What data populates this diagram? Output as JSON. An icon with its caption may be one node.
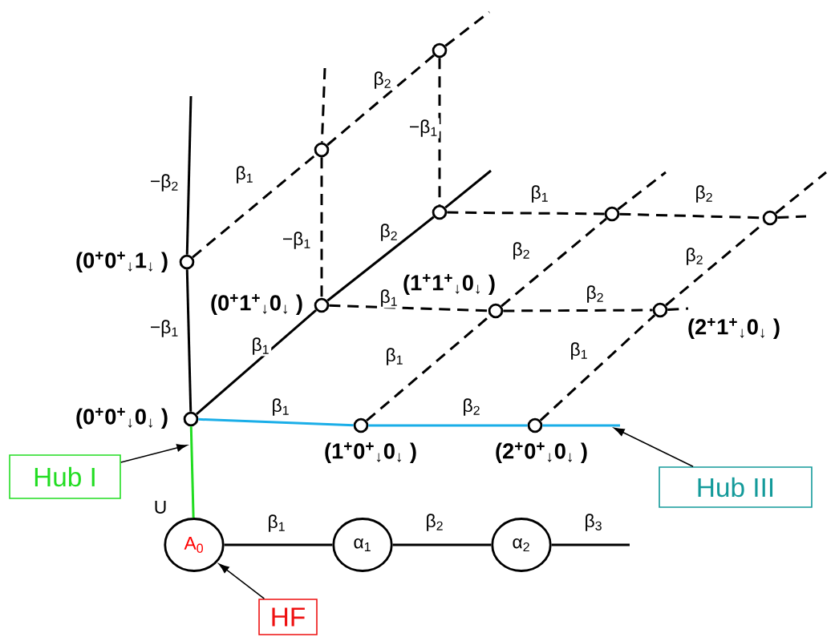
{
  "diagram": {
    "nodes": [
      {
        "text": [],
        "shape": "circle"
      },
      {
        "text": [],
        "shape": "circle"
      },
      {
        "text": [],
        "shape": "circle"
      },
      {
        "text": [],
        "shape": "circle"
      },
      {
        "text": [],
        "shape": "circle"
      },
      {
        "text": [],
        "shape": "circle",
        "beside": [
          "(0$^{+}$0$^{+}$$_{↓}$1$_{↓}$ )"
        ]
      },
      {
        "text": [],
        "shape": "circle",
        "beside": [
          "(0$^{+}$1$^{+}$$_{↓}$0$_{↓}$ )"
        ]
      },
      {
        "text": [],
        "shape": "circle",
        "beside": [
          "(1$^{+}$1$^{+}$$_{↓}$0$_{↓}$ )"
        ]
      },
      {
        "text": [],
        "shape": "circle",
        "beside": [
          "(2$^{+}$1$^{+}$$_{↓}$0$_{↓}$ )"
        ]
      },
      {
        "text": [],
        "shape": "circle",
        "beside": [
          "(0$^{+}$0$^{+}$$_{↓}$0$_{↓}$ )"
        ]
      },
      {
        "text": [],
        "shape": "circle",
        "beside": [
          "(1$^{+}$0$^{+}$$_{↓}$0$_{↓}$ )"
        ]
      },
      {
        "text": [],
        "shape": "circle",
        "beside": [
          "(2$^{+}$0$^{+}$$_{↓}$0$_{↓}$ )"
        ]
      },
      {
        "text": [
          "Hub I"
        ]
      },
      {
        "text": [
          "Hub III"
        ]
      },
      {
        "text": [
          "A$_{0}$"
        ]
      },
      {
        "text": [
          "α$_{1}$"
        ]
      },
      {
        "text": [
          "α$_{2}$"
        ]
      },
      {
        "text": [
          "HF"
        ]
      }
    ],
    "edges": [
      {
        "from": null,
        "to": 5,
        "arrow": "none",
        "label": "−β$_{2}$"
      },
      {
        "from": 5,
        "to": 9,
        "arrow": "none",
        "label": "−β$_{1}$"
      },
      {
        "from": 5,
        "to": 1,
        "arrow": "none",
        "style": "dashed",
        "label": "β$_{1}$"
      },
      {
        "from": 1,
        "to": 0,
        "arrow": "none",
        "style": "dashed",
        "label": "β$_{2}$"
      },
      {
        "from": 0,
        "to": null,
        "arrow": "none",
        "style": "dashed"
      },
      {
        "from": null,
        "to": 1,
        "arrow": "none",
        "style": "dashed"
      },
      {
        "from": 1,
        "to": 6,
        "arrow": "none",
        "style": "dashed",
        "label": "−β$_{1}$"
      },
      {
        "from": 0,
        "to": 2,
        "arrow": "none",
        "style": "dashed",
        "label": "−β$_{1}$"
      },
      {
        "from": 9,
        "to": 6,
        "arrow": "none",
        "label": "β$_{1}$"
      },
      {
        "from": 6,
        "to": 2,
        "arrow": "none",
        "label": "β$_{2}$"
      },
      {
        "from": 2,
        "to": null,
        "arrow": "none"
      },
      {
        "from": 6,
        "to": 7,
        "arrow": "none",
        "style": "dashed",
        "label": "β$_{1}$"
      },
      {
        "from": 7,
        "to": 8,
        "arrow": "none",
        "style": "dashed",
        "label": "β$_{2}$"
      },
      {
        "from": 8,
        "to": null,
        "arrow": "none",
        "style": "dashed"
      },
      {
        "from": 2,
        "to": 3,
        "arrow": "none",
        "style": "dashed",
        "label": "β$_{1}$"
      },
      {
        "from": 3,
        "to": 4,
        "arrow": "none",
        "style": "dashed",
        "label": "β$_{2}$"
      },
      {
        "from": 4,
        "to": null,
        "arrow": "none",
        "style": "dashed"
      },
      {
        "from": 10,
        "to": 7,
        "arrow": "none",
        "style": "dashed",
        "label": "β$_{1}$"
      },
      {
        "from": 7,
        "to": 3,
        "arrow": "none",
        "style": "dashed",
        "label": "β$_{2}$"
      },
      {
        "from": 3,
        "to": null,
        "arrow": "none",
        "style": "dashed"
      },
      {
        "from": 11,
        "to": 8,
        "arrow": "none",
        "style": "dashed",
        "label": "β$_{1}$"
      },
      {
        "from": 8,
        "to": 4,
        "arrow": "none",
        "style": "dashed",
        "label": "β$_{2}$"
      },
      {
        "from": 4,
        "to": null,
        "arrow": "none",
        "style": "dashed"
      },
      {
        "from": 9,
        "to": 10,
        "arrow": "none",
        "color": "#1aaee8",
        "label": "β$_{1}$"
      },
      {
        "from": 10,
        "to": 11,
        "arrow": "none",
        "color": "#1aaee8",
        "label": "β$_{2}$"
      },
      {
        "from": 11,
        "to": null,
        "arrow": "none",
        "color": "#1aaee8"
      },
      {
        "from": 9,
        "to": 14,
        "arrow": "none",
        "color": "#22dd22",
        "label": "U"
      },
      {
        "from": 14,
        "to": 15,
        "arrow": "none",
        "label": "β$_{1}$"
      },
      {
        "from": 15,
        "to": 16,
        "arrow": "none",
        "label": "β$_{2}$"
      },
      {
        "from": 16,
        "to": null,
        "arrow": "none",
        "label": "β$_{3}$"
      },
      {
        "from": 12,
        "to": null,
        "arrow": "to"
      },
      {
        "from": 13,
        "to": null,
        "arrow": "to"
      },
      {
        "from": 17,
        "to": 14,
        "arrow": "to"
      }
    ]
  }
}
